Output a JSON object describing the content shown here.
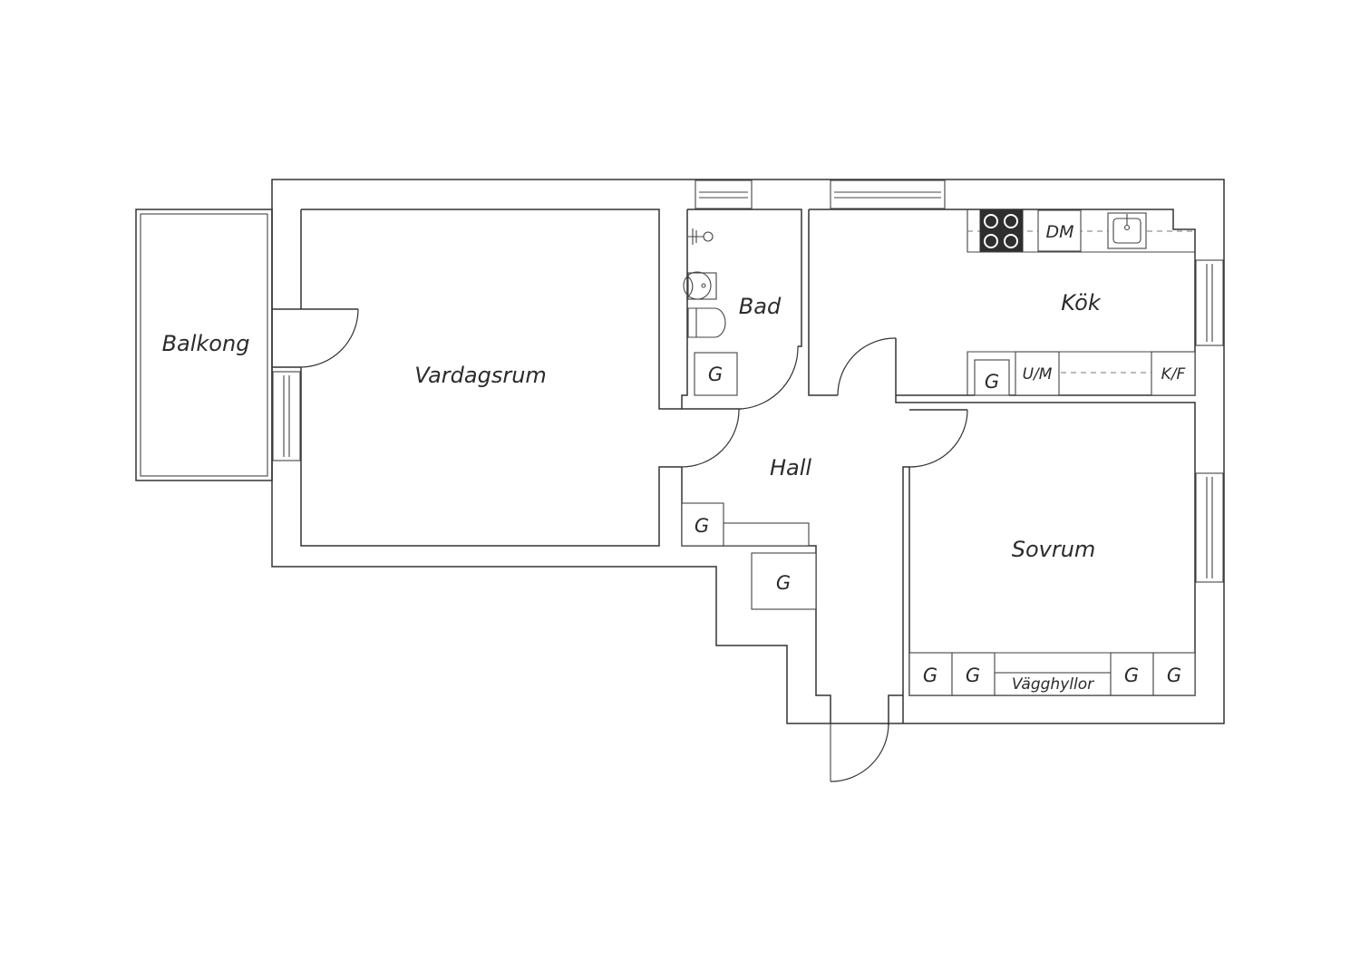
{
  "plan": {
    "rooms": {
      "balkong": "Balkong",
      "vardagsrum": "Vardagsrum",
      "bad": "Bad",
      "kok": "Kök",
      "hall": "Hall",
      "sovrum": "Sovrum"
    },
    "fixtures": {
      "dishwasher": "DM",
      "oven_microwave": "U/M",
      "fridge_freezer": "K/F",
      "wall_shelves": "Vägghyllor",
      "wardrobe": "G"
    }
  }
}
